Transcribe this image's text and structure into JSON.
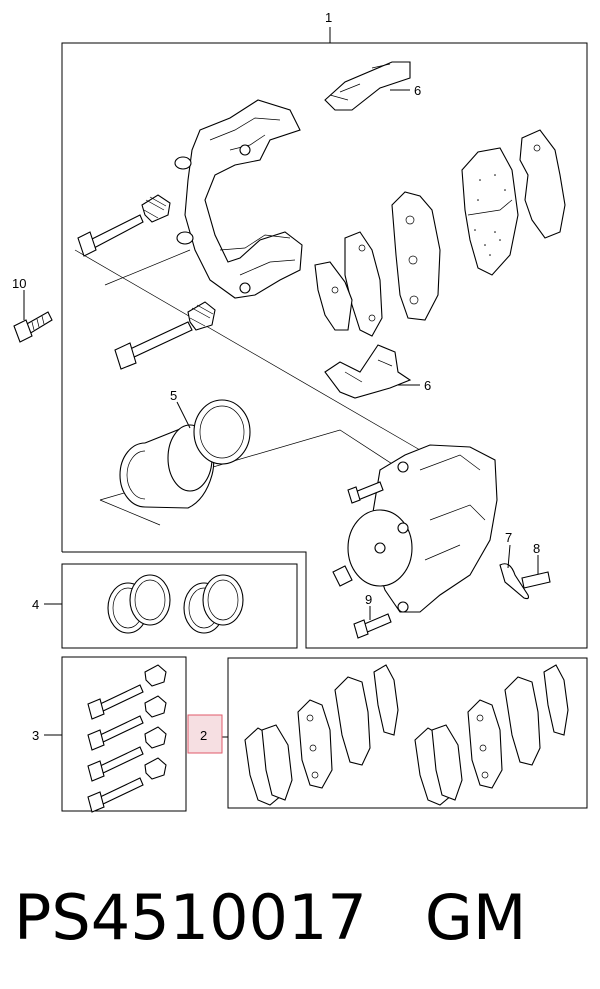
{
  "callouts": {
    "c1": "1",
    "c2": "2",
    "c3": "3",
    "c4": "4",
    "c5": "5",
    "c6a": "6",
    "c6b": "6",
    "c7": "7",
    "c8": "8",
    "c9": "9",
    "c10": "10"
  },
  "highlight_color": "#e05a6a",
  "footer": {
    "part_number": "PS4510017",
    "brand": "GM"
  }
}
